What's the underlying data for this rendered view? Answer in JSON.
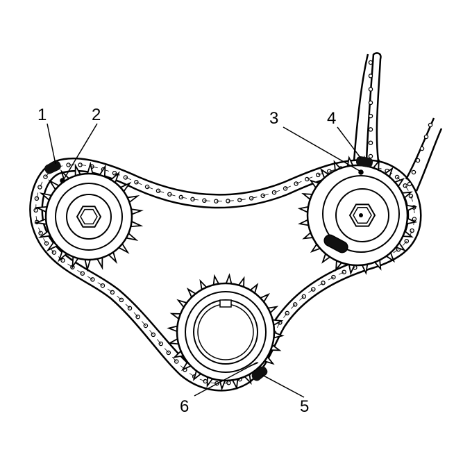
{
  "diagram": {
    "callouts": [
      {
        "id": "1",
        "label": "1"
      },
      {
        "id": "2",
        "label": "2"
      },
      {
        "id": "3",
        "label": "3"
      },
      {
        "id": "4",
        "label": "4"
      },
      {
        "id": "5",
        "label": "5"
      },
      {
        "id": "6",
        "label": "6"
      }
    ],
    "colors": {
      "line": "#000000",
      "fill": "#ffffff",
      "marker": "#111111"
    }
  }
}
